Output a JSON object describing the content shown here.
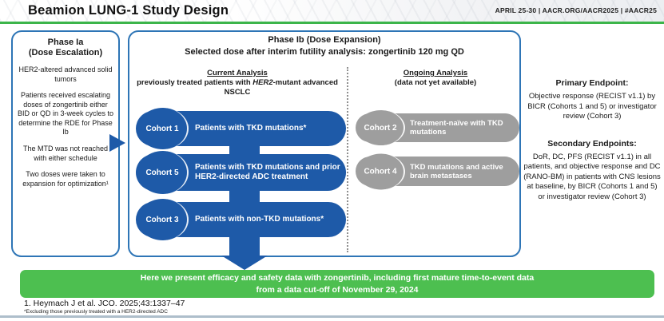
{
  "header": {
    "title": "Beamion LUNG-1 Study Design",
    "conference": "APRIL 25-30  |  AACR.ORG/AACR2025  |  #AACR25"
  },
  "phase1a": {
    "title_line1": "Phase Ia",
    "title_line2": "(Dose Escalation)",
    "paragraphs": [
      "HER2-altered advanced solid tumors",
      "Patients received escalating doses of zongertinib either BID or QD in 3-week cycles to determine the RDE for Phase Ib",
      "The MTD was not reached with either schedule",
      "Two doses were taken to expansion for optimization¹"
    ]
  },
  "phase1b": {
    "title": "Phase Ib (Dose Expansion)",
    "subtitle": "Selected dose after interim futility analysis: zongertinib 120 mg QD",
    "current": {
      "heading": "Current Analysis",
      "sub_pre": "previously treated patients with ",
      "sub_em": "HER2",
      "sub_post": "-mutant advanced NSCLC",
      "cohorts": [
        {
          "label": "Cohort 1",
          "desc": "Patients with TKD mutations*"
        },
        {
          "label": "Cohort 5",
          "desc": "Patients with TKD mutations and prior HER2-directed ADC treatment"
        },
        {
          "label": "Cohort 3",
          "desc": "Patients with non-TKD mutations*"
        }
      ]
    },
    "ongoing": {
      "heading": "Ongoing Analysis",
      "subheading": "(data not yet available)",
      "cohorts": [
        {
          "label": "Cohort 2",
          "desc": "Treatment-naïve with TKD mutations"
        },
        {
          "label": "Cohort 4",
          "desc": "TKD mutations and active brain metastases"
        }
      ]
    }
  },
  "endpoints": {
    "primary_title": "Primary Endpoint:",
    "primary_text": "Objective response (RECIST v1.1) by BICR (Cohorts 1 and 5) or investigator review (Cohort 3)",
    "secondary_title": "Secondary Endpoints:",
    "secondary_text": "DoR, DC, PFS (RECIST v1.1) in all patients, and objective response and DC (RANO-BM) in patients with CNS lesions at baseline, by BICR (Cohorts 1 and 5) or investigator review (Cohort 3)"
  },
  "banner": {
    "line1": "Here we present efficacy and safety data with zongertinib, including first mature time-to-event data",
    "line2": "from a data cut-off of November 29, 2024"
  },
  "footnotes": {
    "reference": "1. Heymach J et al. JCO. 2025;43:1337–47",
    "asterisk": "*Excluding those previously treated with a HER2-directed ADC"
  },
  "colors": {
    "pill_blue": "#1E5AA8",
    "panel_border_blue": "#2E75B6",
    "cohort_gray": "#9E9E9E",
    "banner_green": "#4DBF50",
    "header_line_green": "#3CB54A",
    "footer_line": "#AEBECB"
  }
}
